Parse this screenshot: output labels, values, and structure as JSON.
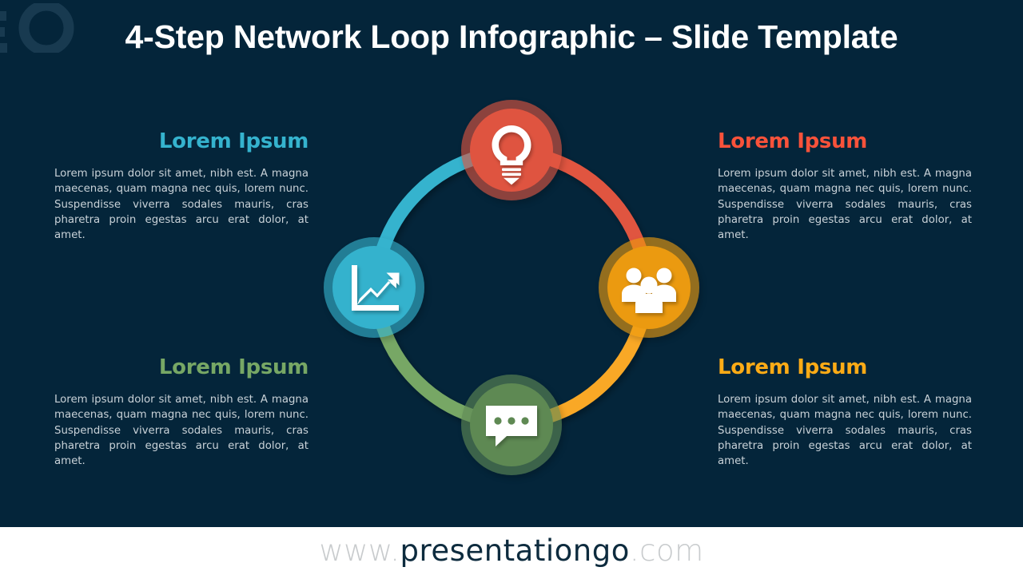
{
  "slide": {
    "title": "4-Step Network Loop Infographic – Slide Template",
    "background_color": "#04253a",
    "watermark_logo": "presentationgo-go-logo"
  },
  "footer": {
    "prefix": "www.",
    "brand": "presentationgo",
    "suffix": ".com"
  },
  "body_text": "Lorem ipsum dolor sit amet, nibh est. A magna maecenas, quam magna nec quis, lorem nunc. Suspendisse viverra sodales mauris, cras pharetra proin egestas arcu erat dolor, at amet.",
  "steps": [
    {
      "id": "step-top-left",
      "position": "top-left",
      "heading": "Lorem Ipsum",
      "color": "#35b3ce",
      "icon": "growth-chart-icon",
      "body": "Lorem ipsum dolor sit amet, nibh est. A magna maecenas, quam magna nec quis, lorem nunc. Suspendisse viverra sodales mauris, cras pharetra proin egestas arcu erat dolor, at amet."
    },
    {
      "id": "step-top-right",
      "position": "top-right",
      "heading": "Lorem Ipsum",
      "color": "#e0553f",
      "icon": "lightbulb-icon",
      "body": "Lorem ipsum dolor sit amet, nibh est. A magna maecenas, quam magna nec quis, lorem nunc. Suspendisse viverra sodales mauris, cras pharetra proin egestas arcu erat dolor, at amet."
    },
    {
      "id": "step-bottom-left",
      "position": "bottom-left",
      "heading": "Lorem Ipsum",
      "color": "#77a765",
      "icon": "chat-bubble-icon",
      "body": "Lorem ipsum dolor sit amet, nibh est. A magna maecenas, quam magna nec quis, lorem nunc. Suspendisse viverra sodales mauris, cras pharetra proin egestas arcu erat dolor, at amet."
    },
    {
      "id": "step-bottom-right",
      "position": "bottom-right",
      "heading": "Lorem Ipsum",
      "color": "#f9a825",
      "icon": "people-group-icon",
      "body": "Lorem ipsum dolor sit amet, nibh est. A magna maecenas, quam magna nec quis, lorem nunc. Suspendisse viverra sodales mauris, cras pharetra proin egestas arcu erat dolor, at amet."
    }
  ],
  "diagram": {
    "type": "4-step-loop",
    "nodes": [
      {
        "id": "node-top",
        "icon": "lightbulb-icon",
        "color": "#e0553f",
        "ring_color": "#e66b55"
      },
      {
        "id": "node-right",
        "icon": "people-group-icon",
        "color": "#ed9b11",
        "ring_color": "#f0a928"
      },
      {
        "id": "node-bottom",
        "icon": "chat-bubble-icon",
        "color": "#5f8a54",
        "ring_color": "#72a064"
      },
      {
        "id": "node-left",
        "icon": "growth-chart-icon",
        "color": "#35b3ce",
        "ring_color": "#50c0d6"
      }
    ],
    "connectors": [
      {
        "id": "connector-left-to-top",
        "color": "#35b3ce"
      },
      {
        "id": "connector-top-to-right",
        "color": "#e0553f"
      },
      {
        "id": "connector-right-to-bottom",
        "color": "#f9a825"
      },
      {
        "id": "connector-bottom-to-left",
        "color": "#77a765"
      }
    ]
  }
}
